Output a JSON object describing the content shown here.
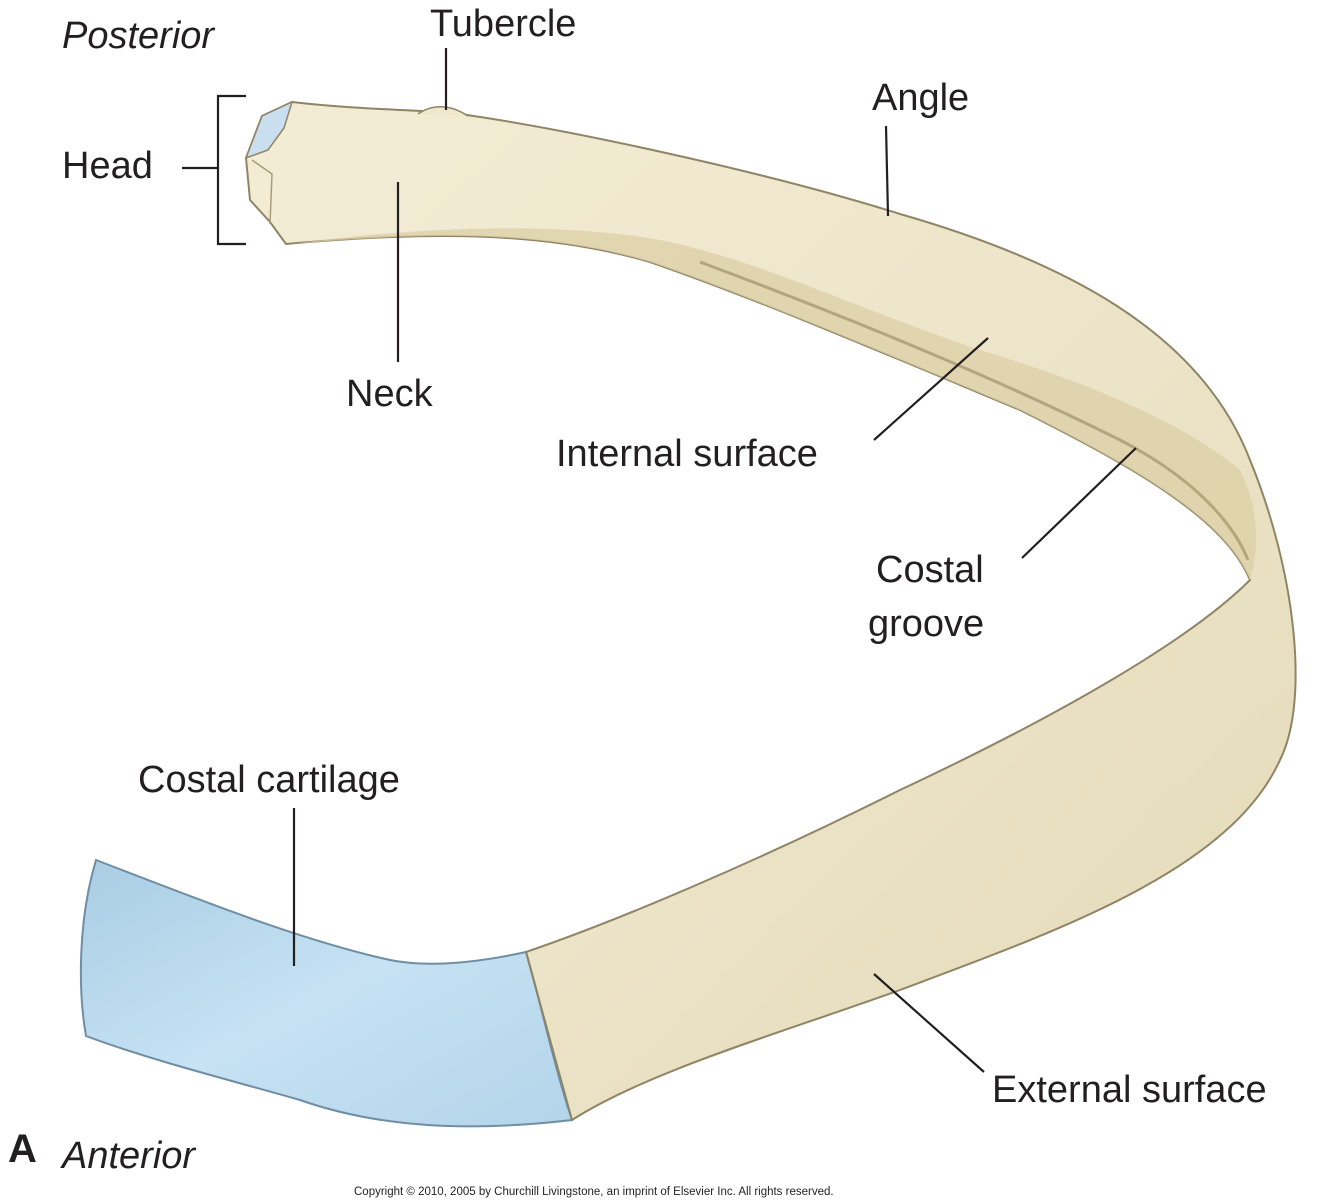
{
  "orientation": {
    "top": "Posterior",
    "bottom": "Anterior",
    "panel_letter": "A"
  },
  "labels": {
    "tubercle": "Tubercle",
    "angle": "Angle",
    "head": "Head",
    "neck": "Neck",
    "internal_surface": "Internal surface",
    "costal_groove_line1": "Costal",
    "costal_groove_line2": "groove",
    "costal_cartilage": "Costal cartilage",
    "external_surface": "External surface"
  },
  "copyright": "Copyright © 2010, 2005 by Churchill Livingstone, an imprint of Elsevier Inc. All rights reserved.",
  "colors": {
    "bone": "#efe8cf",
    "bone_shadow": "#d9ceaa",
    "bone_outline": "#8f8566",
    "cartilage": "#bfdcee",
    "cartilage_outline": "#6f8ea3",
    "text": "#231f20"
  }
}
